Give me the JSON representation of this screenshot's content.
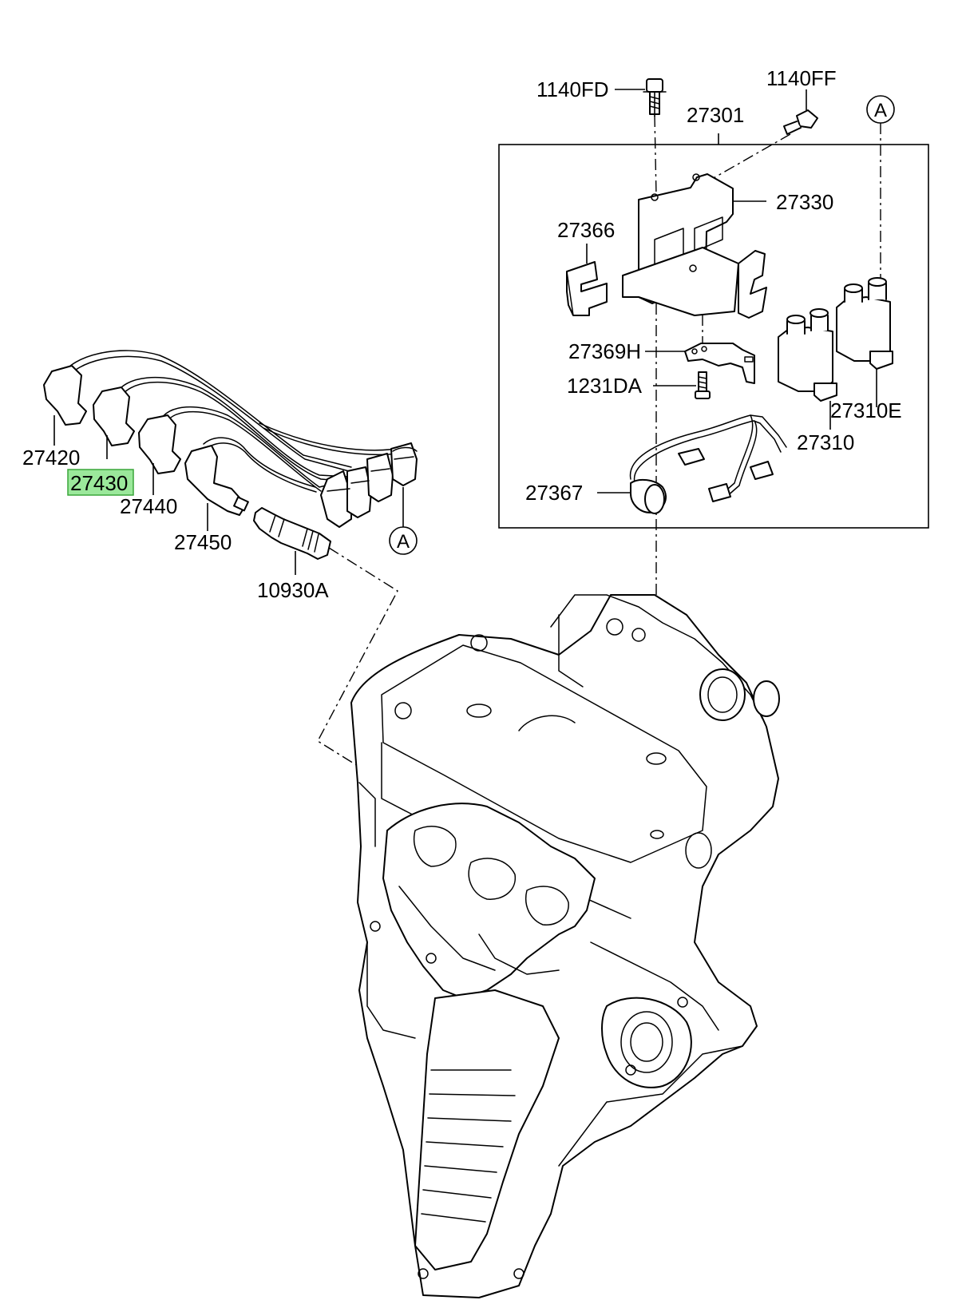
{
  "labels": {
    "p1140FD": "1140FD",
    "p1140FF": "1140FF",
    "p27301": "27301",
    "p27330": "27330",
    "p27366": "27366",
    "p27369H": "27369H",
    "p1231DA": "1231DA",
    "p27310E": "27310E",
    "p27310": "27310",
    "p27367": "27367",
    "p27420": "27420",
    "p27430": "27430",
    "p27440": "27440",
    "p27450": "27450",
    "p10930A": "10930A",
    "ref_a_top": "A",
    "ref_a_bottom": "A"
  },
  "highlight": {
    "part": "27430",
    "color": "#9be89b"
  }
}
